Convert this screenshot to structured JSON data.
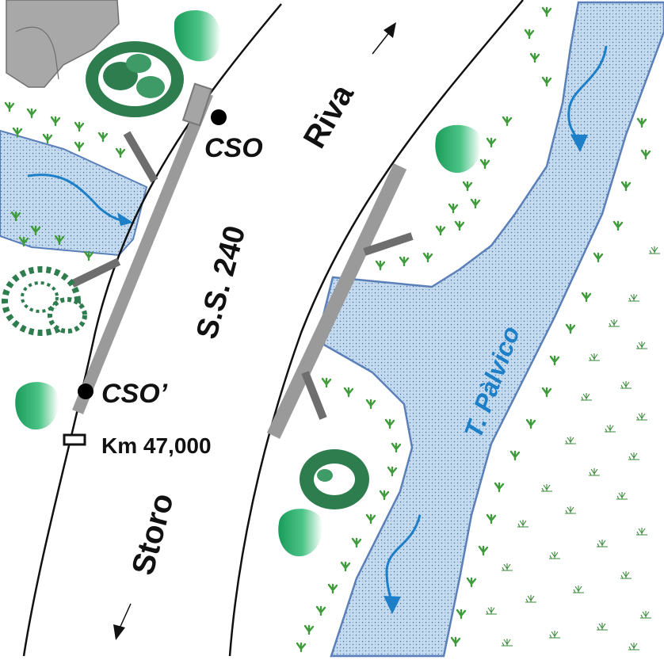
{
  "labels": {
    "road_name": "S.S. 240",
    "direction_north": "Riva",
    "direction_south": "Storo",
    "station_upper": "CSO",
    "station_lower": "CSO’",
    "km_marker": "Km 47,000",
    "river_name": "T. Pàlvico"
  },
  "icons": {
    "flow_arrows": "curved-arrow-icon",
    "direction_arrows": "arrow-icon",
    "station_points": "point-icon",
    "km_marker": "marker-icon",
    "trees": "tree-icon",
    "bushes": "bush-icon",
    "reeds": "reed-icon",
    "marsh": "marsh-icon",
    "rock": "rock-icon"
  },
  "colors": {
    "water_fill": "#c6dcee",
    "water_outline": "#5b7fb8",
    "water_stipple": "#3d6fb5",
    "flow_arrow": "#1d7fc7",
    "road_line": "#111111",
    "bridge": "#9a9a9a",
    "bridge_dark": "#6e6e6e",
    "vegetation_green": "#3f9b3b",
    "tree_dark": "#2e7d4f",
    "bush_green": "#1fa864",
    "rock": "#a8a8a8",
    "river_label": "#1d7fc7"
  }
}
